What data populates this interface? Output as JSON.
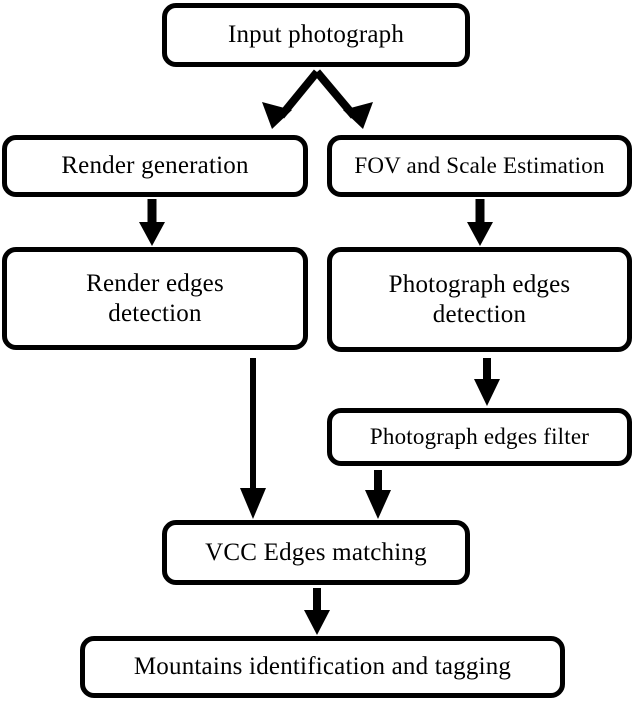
{
  "diagram": {
    "title": "Mountain identification pipeline flowchart",
    "background_color": "#ffffff",
    "stroke_color": "#000000",
    "nodes": [
      {
        "id": "input",
        "label": "Input photograph",
        "shape": "rounded-rectangle"
      },
      {
        "id": "render_gen",
        "label": "Render generation",
        "shape": "rounded-rectangle"
      },
      {
        "id": "fov",
        "label": "FOV and Scale Estimation",
        "shape": "rounded-rectangle"
      },
      {
        "id": "render_edges",
        "label_line1": "Render edges",
        "label_line2": "detection",
        "shape": "rounded-rectangle"
      },
      {
        "id": "photo_edges",
        "label_line1": "Photograph edges",
        "label_line2": "detection",
        "shape": "rounded-rectangle"
      },
      {
        "id": "photo_filter",
        "label": "Photograph edges filter",
        "shape": "rounded-rectangle"
      },
      {
        "id": "vcc",
        "label": "VCC Edges matching",
        "shape": "rounded-rectangle"
      },
      {
        "id": "mountains",
        "label": "Mountains identification and tagging",
        "shape": "rounded-rectangle"
      }
    ],
    "edges": [
      {
        "id": "input-to-render-gen",
        "from": "input",
        "to": "render_gen",
        "style": "branch-arrow"
      },
      {
        "id": "input-to-fov",
        "from": "input",
        "to": "fov",
        "style": "branch-arrow"
      },
      {
        "id": "render-gen-to-render-edges",
        "from": "render_gen",
        "to": "render_edges",
        "style": "straight-arrow"
      },
      {
        "id": "fov-to-photo-edges",
        "from": "fov",
        "to": "photo_edges",
        "style": "straight-arrow"
      },
      {
        "id": "render-edges-to-vcc",
        "from": "render_edges",
        "to": "vcc",
        "style": "long-straight-arrow"
      },
      {
        "id": "photo-edges-to-photo-filter",
        "from": "photo_edges",
        "to": "photo_filter",
        "style": "straight-arrow"
      },
      {
        "id": "photo-filter-to-vcc",
        "from": "photo_filter",
        "to": "vcc",
        "style": "straight-arrow"
      },
      {
        "id": "vcc-to-mountains",
        "from": "vcc",
        "to": "mountains",
        "style": "straight-arrow"
      }
    ]
  }
}
